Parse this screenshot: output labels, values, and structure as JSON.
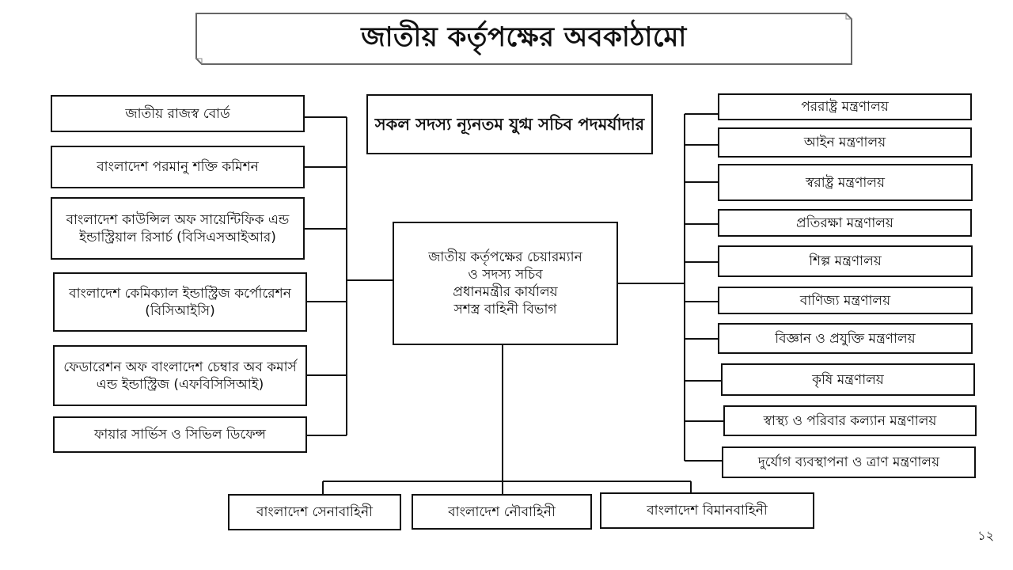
{
  "title": "জাতীয় কর্তৃপক্ষের অবকাঠামো",
  "note_box": "সকল সদস্য ন্যূনতম যুগ্ম সচিব পদমর্যাদার",
  "center_box": {
    "line1": "জাতীয় কর্তৃপক্ষের চেয়ারম্যান",
    "line2": "ও সদস্য সচিব",
    "line3": "প্রধানমন্ত্রীর কার্যালয়",
    "line4": "সশস্ত্র বাহিনী বিভাগ"
  },
  "left_boxes": [
    "জাতীয় রাজস্ব বোর্ড",
    "বাংলাদেশ পরমানু শক্তি কমিশন",
    "বাংলাদেশ কাউন্সিল অফ সায়েন্টিফিক এন্ড ইন্ডাস্ট্রিয়াল রিসার্চ (বিসিএসআইআর)",
    "বাংলাদেশ কেমিক্যাল ইন্ডাস্ট্রিজ কর্পোরেশন (বিসিআইসি)",
    "ফেডারেশন অফ বাংলাদেশ চেম্বার অব কমার্স এন্ড ইন্ডাস্ট্রিজ (এফবিসিসিআই)",
    "ফায়ার সার্ভিস ও সিভিল ডিফেন্স"
  ],
  "right_boxes": [
    "পররাষ্ট্র মন্ত্রণালয়",
    "আইন মন্ত্রণালয়",
    "স্বরাষ্ট্র মন্ত্রণালয়",
    "প্রতিরক্ষা মন্ত্রণালয়",
    "শিল্প মন্ত্রণালয়",
    "বাণিজ্য মন্ত্রণালয়",
    "বিজ্ঞান ও প্রযুক্তি মন্ত্রণালয়",
    "কৃষি মন্ত্রণালয়",
    "স্বাস্থ্য ও পরিবার কল্যান মন্ত্রণালয়",
    "দুর্যোগ ব্যবস্থাপনা ও ত্রাণ মন্ত্রণালয়"
  ],
  "bottom_boxes": [
    "বাংলাদেশ সেনাবাহিনী",
    "বাংলাদেশ নৌবাহিনী",
    "বাংলাদেশ বিমানবাহিনী"
  ],
  "page_number": "১২"
}
